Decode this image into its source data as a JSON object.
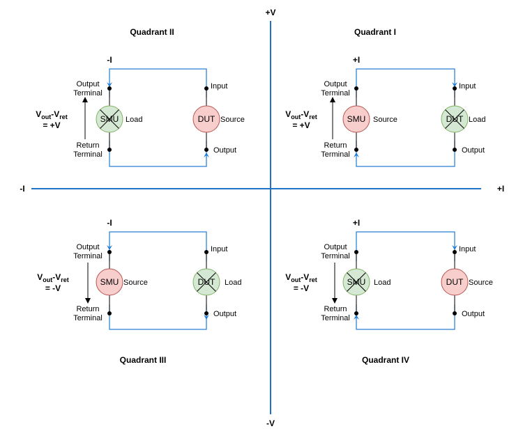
{
  "axes": {
    "pos_v": "+V",
    "neg_v": "-V",
    "neg_i": "-I",
    "pos_i": "+I"
  },
  "colors": {
    "axis": "#1e73c8",
    "wire": "#1e7bd6",
    "arrow": "#1e7bd6",
    "source_fill": "#f8cecc",
    "source_stroke": "#b85450",
    "load_fill": "#d5e8d4",
    "load_stroke": "#82b366"
  },
  "quadrants": [
    {
      "title": "Quadrant II",
      "current": "-I",
      "voltage_eq": {
        "v": "V",
        "sub_out": "out",
        "dash": "-",
        "sub_ret": "ret",
        "rhs": "= +V"
      },
      "smu_label": "SMU",
      "smu_role": "Load",
      "dut_label": "DUT",
      "dut_role": "Source",
      "output_terminal": [
        "Output",
        "Terminal"
      ],
      "return_terminal": [
        "Return",
        "Terminal"
      ],
      "input_label": "Input",
      "output_label": "Output"
    },
    {
      "title": "Quadrant I",
      "current": "+I",
      "voltage_eq": {
        "v": "V",
        "sub_out": "out",
        "dash": "-",
        "sub_ret": "ret",
        "rhs": "= +V"
      },
      "smu_label": "SMU",
      "smu_role": "Source",
      "dut_label": "DUT",
      "dut_role": "Load",
      "output_terminal": [
        "Output",
        "Terminal"
      ],
      "return_terminal": [
        "Return",
        "Terminal"
      ],
      "input_label": "Input",
      "output_label": "Output"
    },
    {
      "title": "Quadrant III",
      "current": "-I",
      "voltage_eq": {
        "v": "V",
        "sub_out": "out",
        "dash": "-",
        "sub_ret": "ret",
        "rhs": "= -V"
      },
      "smu_label": "SMU",
      "smu_role": "Source",
      "dut_label": "DUT",
      "dut_role": "Load",
      "output_terminal": [
        "Output",
        "Terminal"
      ],
      "return_terminal": [
        "Return",
        "Terminal"
      ],
      "input_label": "Input",
      "output_label": "Output"
    },
    {
      "title": "Quadrant IV",
      "current": "+I",
      "voltage_eq": {
        "v": "V",
        "sub_out": "out",
        "dash": "-",
        "sub_ret": "ret",
        "rhs": "= -V"
      },
      "smu_label": "SMU",
      "smu_role": "Load",
      "dut_label": "DUT",
      "dut_role": "Source",
      "output_terminal": [
        "Output",
        "Terminal"
      ],
      "return_terminal": [
        "Return",
        "Terminal"
      ],
      "input_label": "Input",
      "output_label": "Output"
    }
  ]
}
